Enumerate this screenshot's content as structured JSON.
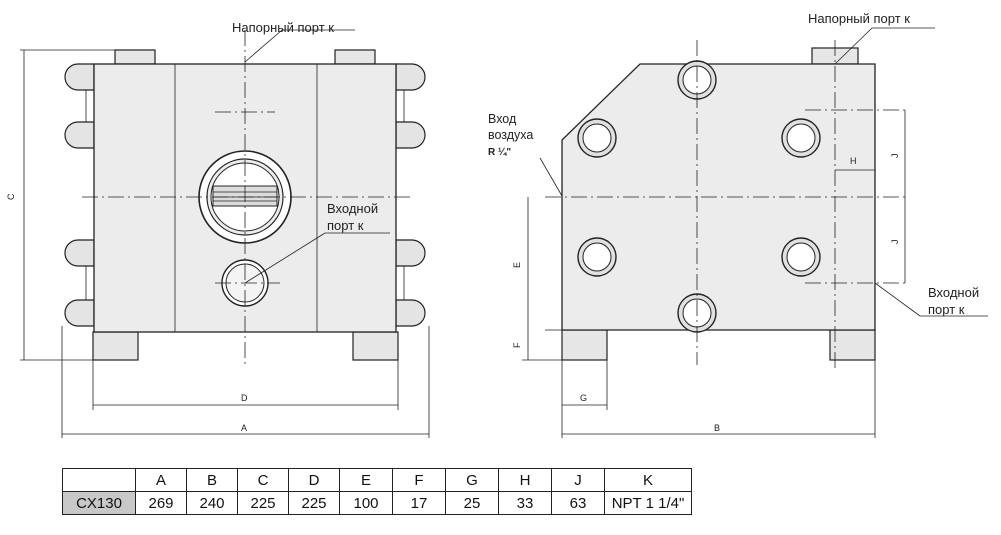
{
  "labels": {
    "pressure_port_front": "Напорный порт  к",
    "pressure_port_side": "Напорный порт  к",
    "inlet_port_front_line1": "Входной",
    "inlet_port_front_line2": "порт    к",
    "inlet_port_side_line1": "Входной",
    "inlet_port_side_line2": "порт    к",
    "air_inlet_line1": "Вход",
    "air_inlet_line2": "воздуха",
    "air_inlet_thread": "R ¼\""
  },
  "dimensions": {
    "A": "A",
    "B": "B",
    "C": "C",
    "D": "D",
    "E": "E",
    "F": "F",
    "G": "G",
    "H": "H",
    "J1": "J",
    "J2": "J"
  },
  "table": {
    "headers": [
      "",
      "A",
      "B",
      "C",
      "D",
      "E",
      "F",
      "G",
      "H",
      "J",
      "K"
    ],
    "rows": [
      [
        "CX130",
        "269",
        "240",
        "225",
        "225",
        "100",
        "17",
        "25",
        "33",
        "63",
        "NPT 1 1/4\""
      ]
    ]
  }
}
